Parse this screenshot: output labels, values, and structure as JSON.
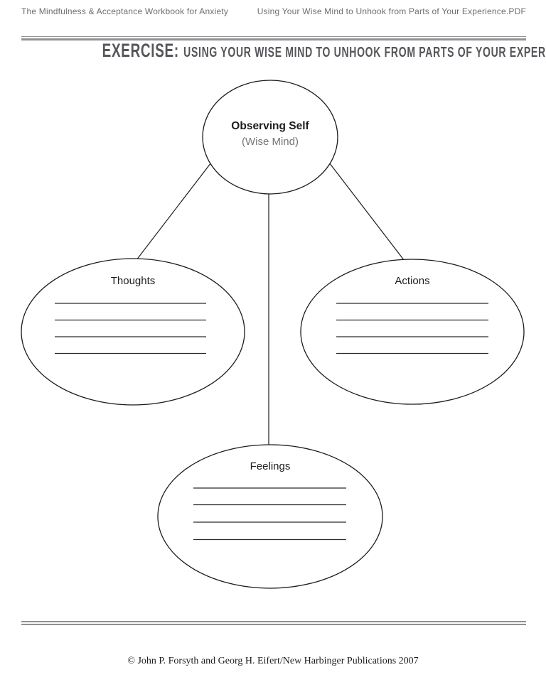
{
  "header": {
    "left_title": "The Mindfulness & Acceptance Workbook for Anxiety",
    "right_title": "Using Your Wise Mind to Unhook from Parts of Your Experience.PDF"
  },
  "title": {
    "prefix": "EXERCISE:",
    "rest": "USING YOUR WISE MIND TO UNHOOK FROM PARTS OF YOUR EXPERIENCE"
  },
  "diagram": {
    "center_node": {
      "title": "Observing Self",
      "subtitle": "(Wise Mind)"
    },
    "nodes": [
      {
        "label": "Thoughts",
        "blank_lines": 4
      },
      {
        "label": "Actions",
        "blank_lines": 4
      },
      {
        "label": "Feelings",
        "blank_lines": 4
      }
    ]
  },
  "footer": {
    "copyright": "© John P. Forsyth and Georg H. Eifert/New Harbinger Publications 2007"
  },
  "colors": {
    "title_text": "#55565a",
    "header_text": "#6d6e70",
    "rule": "#8f9194",
    "ink": "#1b1b1b",
    "subtitle_text": "#757575"
  }
}
